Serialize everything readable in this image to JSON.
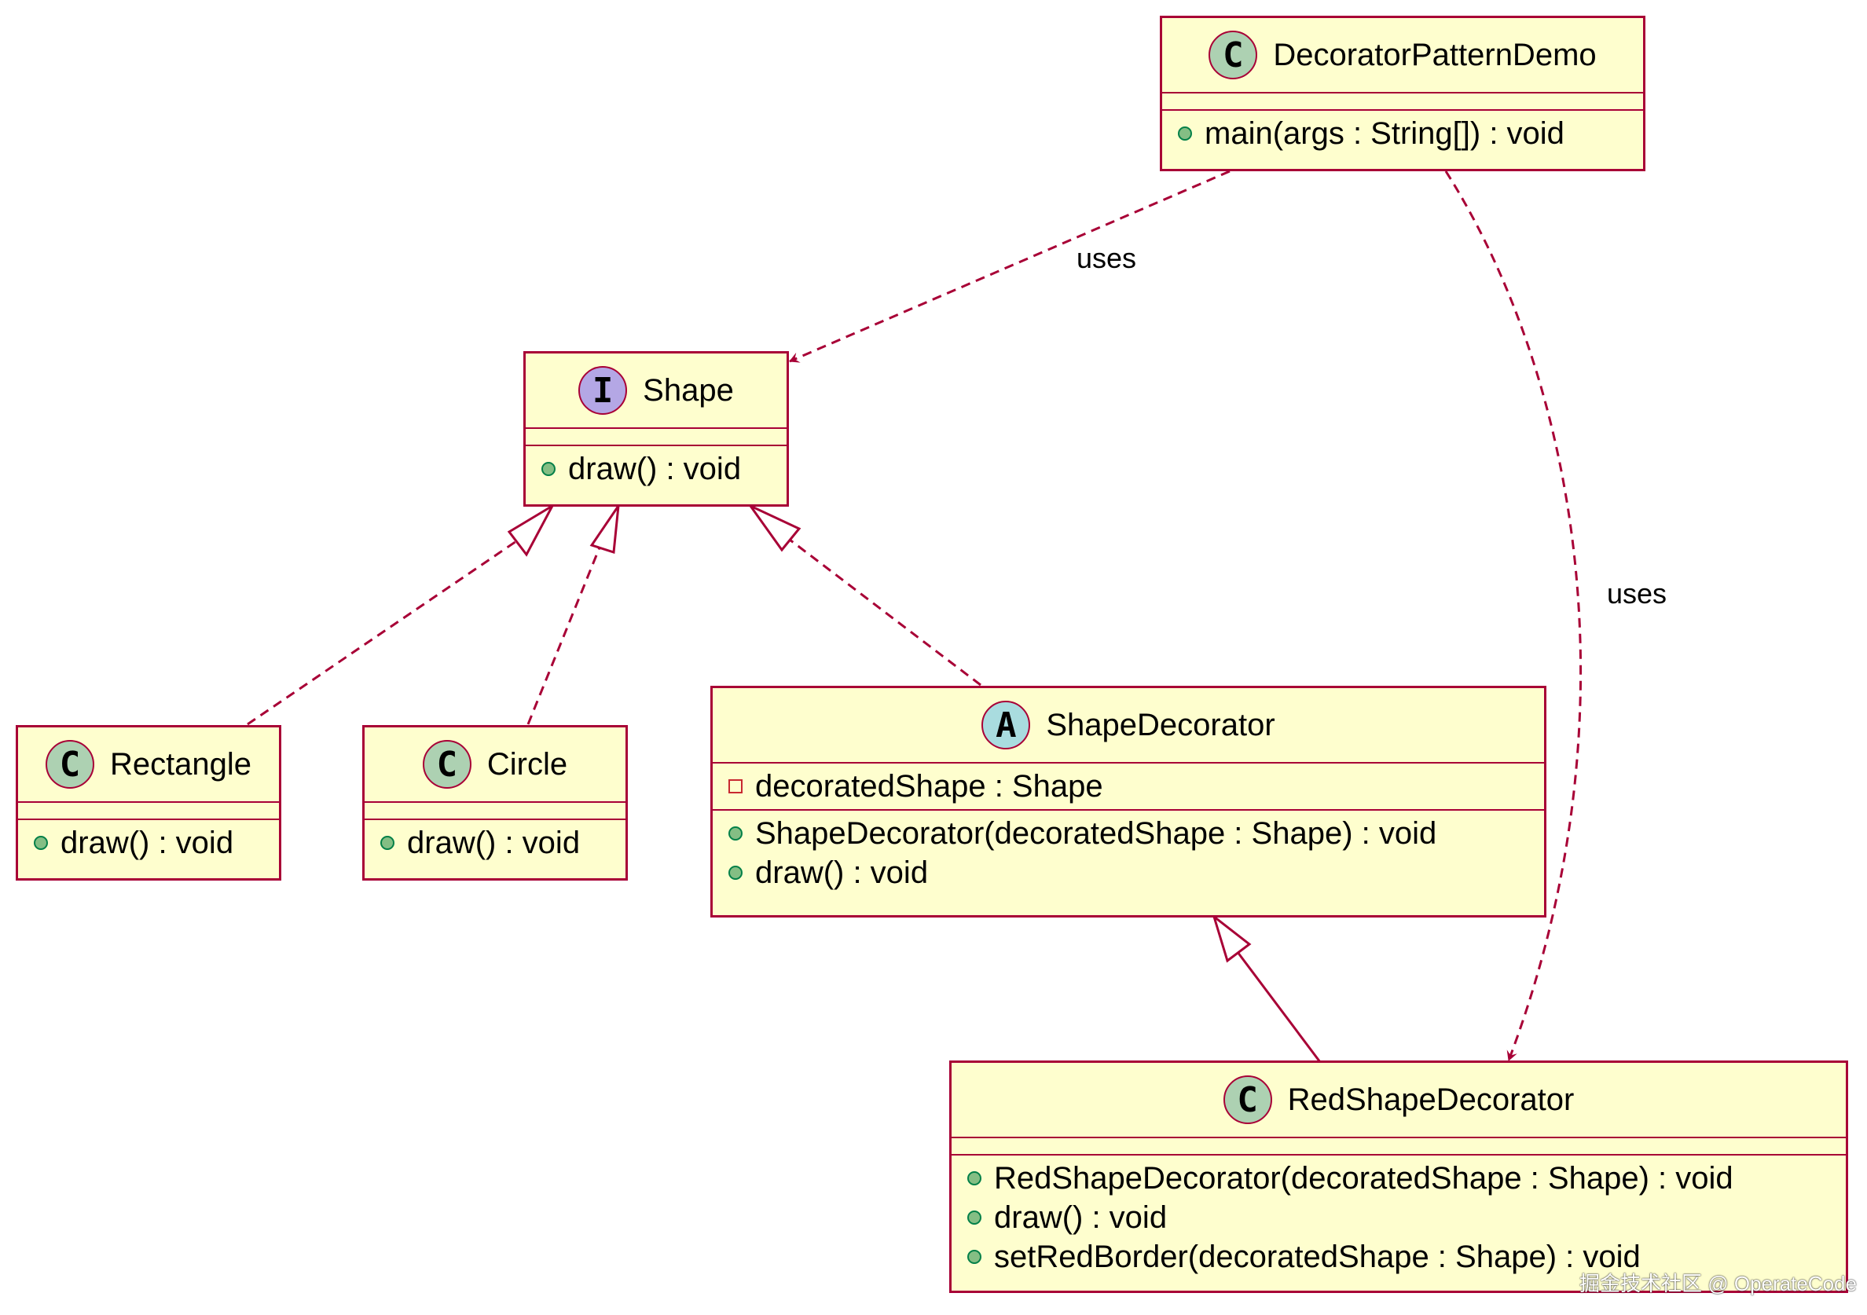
{
  "colors": {
    "fill": "#fefece",
    "border": "#a80036",
    "arrow": "#a80036",
    "class_icon": "#add1b2",
    "interface_icon": "#b4a7e5",
    "abstract_icon": "#a9dcdf",
    "public_marker": "#84be84",
    "private_marker": "#c82930"
  },
  "classes": {
    "demo": {
      "stereotype": "C",
      "icon": "class-icon",
      "name": "DecoratorPatternDemo",
      "methods": [
        "main(args : String[]) : void"
      ]
    },
    "shape": {
      "stereotype": "I",
      "icon": "interface-icon",
      "name": "Shape",
      "methods": [
        "draw() : void"
      ]
    },
    "rectangle": {
      "stereotype": "C",
      "icon": "class-icon",
      "name": "Rectangle",
      "methods": [
        "draw() : void"
      ]
    },
    "circle": {
      "stereotype": "C",
      "icon": "class-icon",
      "name": "Circle",
      "methods": [
        "draw() : void"
      ]
    },
    "shapeDecorator": {
      "stereotype": "A",
      "icon": "abstract-class-icon",
      "name": "ShapeDecorator",
      "fields": [
        "decoratedShape : Shape"
      ],
      "methods": [
        "ShapeDecorator(decoratedShape : Shape) : void",
        "draw() : void"
      ]
    },
    "redShapeDecorator": {
      "stereotype": "C",
      "icon": "class-icon",
      "name": "RedShapeDecorator",
      "methods": [
        "RedShapeDecorator(decoratedShape : Shape) : void",
        "draw() : void",
        "setRedBorder(decoratedShape : Shape) : void"
      ]
    }
  },
  "relations": {
    "uses_shape": "uses",
    "uses_red": "uses"
  },
  "watermark": "掘金技术社区 @ OperateCode"
}
